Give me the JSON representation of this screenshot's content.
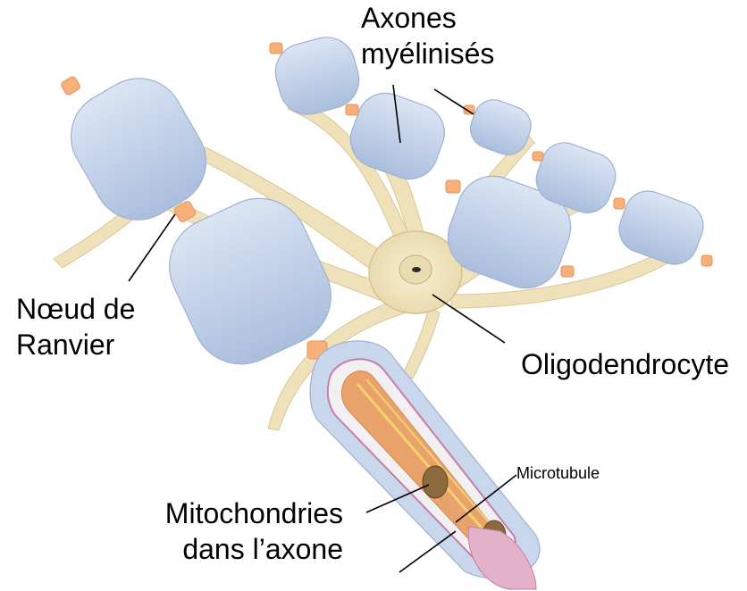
{
  "labels": {
    "axones_line1": "Axones",
    "axones_line2": "myélinisés",
    "noeud_line1": "Nœud de",
    "noeud_line2": "Ranvier",
    "oligodendrocyte": "Oligodendrocyte",
    "mito_line1": "Mitochondries",
    "mito_line2": "dans l’axone",
    "microtubule": "Microtubule"
  },
  "colors": {
    "myelin": "#c6d5ec",
    "myelin_shade": "#a9bddc",
    "node": "#f7b07a",
    "cell": "#f1e6c4",
    "cell_shade": "#e3d3a4",
    "axon_core": "#e8a26a",
    "mito": "#c77ea6"
  }
}
